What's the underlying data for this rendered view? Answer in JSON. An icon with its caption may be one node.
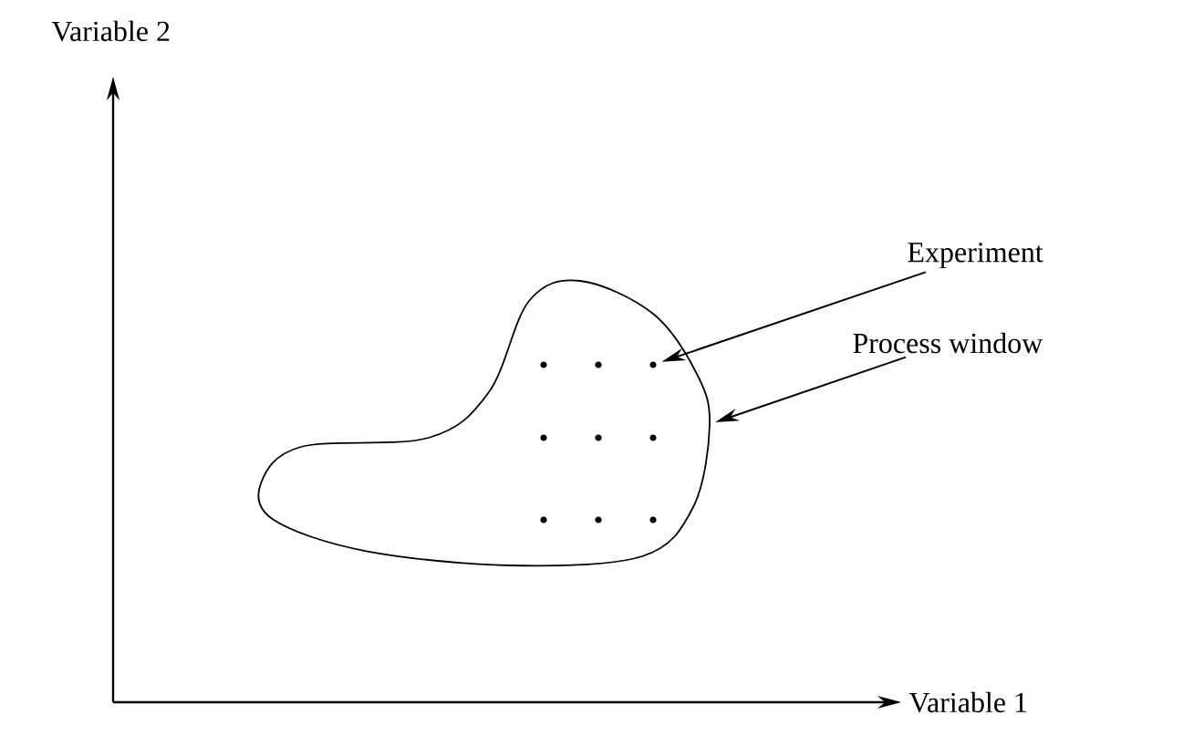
{
  "diagram": {
    "nodes": [
      {
        "text": [
          "Experiment"
        ]
      },
      {
        "text": [
          "Process window"
        ]
      },
      {
        "text": [],
        "shape": "circle",
        "in": 3
      },
      {
        "text": [],
        "shape": "cloud"
      }
    ],
    "edges": [
      {
        "from": 0,
        "to": 2,
        "arrow": "to"
      },
      {
        "from": 1,
        "to": 3,
        "arrow": "to"
      }
    ],
    "labels": [
      "Variable 2",
      "Variable 1"
    ]
  }
}
